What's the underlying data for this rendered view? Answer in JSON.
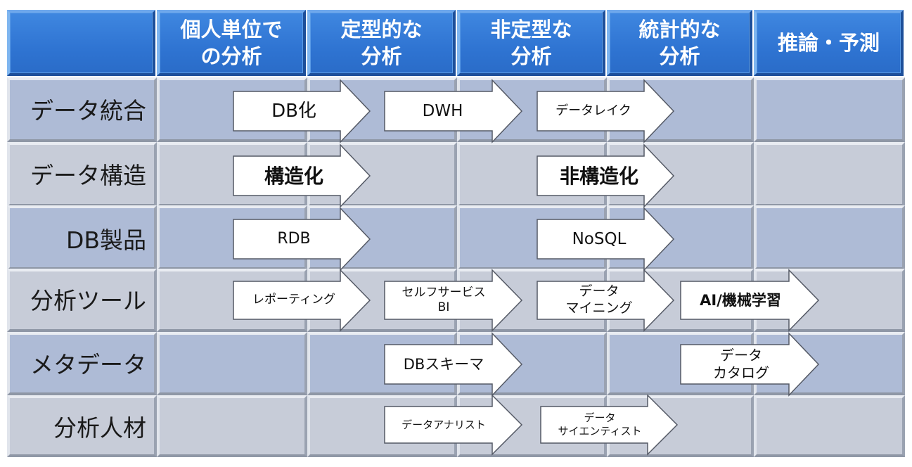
{
  "columns": [
    "",
    "個人単位で\nの分析",
    "定型的な\n分析",
    "非定型な\n分析",
    "統計的な\n分析",
    "推論・予測"
  ],
  "rows": [
    "データ統合",
    "データ構造",
    "DB製品",
    "分析ツール",
    "メタデータ",
    "分析人材"
  ],
  "arrows": {
    "db_ka": "DB化",
    "dwh": "DWH",
    "data_lake": "データレイク",
    "kouzouka": "構造化",
    "hikouzouka": "非構造化",
    "rdb": "RDB",
    "nosql": "NoSQL",
    "reporting": "レポーティング",
    "self_service_bi": "セルフサービス\nBI",
    "data_mining": "データ\nマイニング",
    "ai_ml": "AI/機械学習",
    "db_schema": "DBスキーマ",
    "data_catalog": "データ\nカタログ",
    "data_analyst": "データアナリスト",
    "data_scientist": "データ\nサイエンティスト"
  }
}
